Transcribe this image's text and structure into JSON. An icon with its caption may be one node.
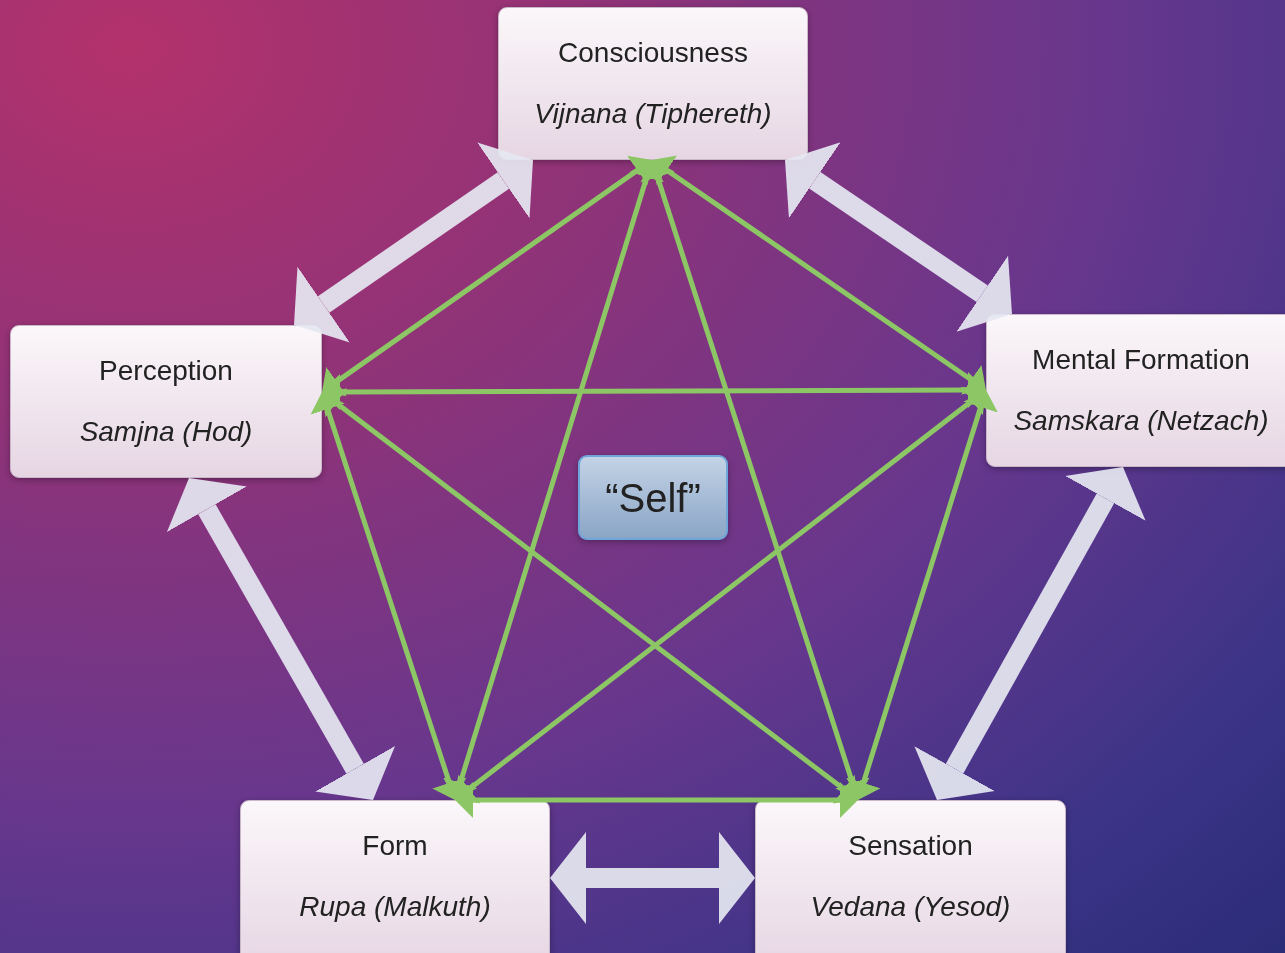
{
  "diagram": {
    "nodes": [
      {
        "text": [
          "Consciousness",
          "Vijnana (Tiphereth)"
        ]
      },
      {
        "text": [
          "Perception",
          "Samjna (Hod)"
        ]
      },
      {
        "text": [
          "Mental Formation",
          "Samskara (Netzach)"
        ]
      },
      {
        "text": [
          "“Self”"
        ]
      },
      {
        "text": [
          "Form",
          "Rupa (Malkuth)"
        ]
      },
      {
        "text": [
          "Sensation",
          "Vedana (Yesod)"
        ]
      }
    ],
    "edges": [
      {
        "from": 0,
        "to": 1,
        "arrow": "both"
      },
      {
        "from": 0,
        "to": 2,
        "arrow": "both"
      },
      {
        "from": 0,
        "to": 4,
        "arrow": "both"
      },
      {
        "from": 0,
        "to": 5,
        "arrow": "both"
      },
      {
        "from": 1,
        "to": 2,
        "arrow": "both"
      },
      {
        "from": 1,
        "to": 4,
        "arrow": "both"
      },
      {
        "from": 1,
        "to": 5,
        "arrow": "both"
      },
      {
        "from": 2,
        "to": 4,
        "arrow": "both"
      },
      {
        "from": 2,
        "to": 5,
        "arrow": "both"
      },
      {
        "from": 4,
        "to": 5,
        "arrow": "both"
      },
      {
        "from": 0,
        "to": 1,
        "arrow": "both",
        "style": "thick",
        "color": "#e6e8f2"
      },
      {
        "from": 0,
        "to": 2,
        "arrow": "both",
        "style": "thick",
        "color": "#e6e8f2"
      },
      {
        "from": 1,
        "to": 4,
        "arrow": "both",
        "style": "thick",
        "color": "#e6e8f2"
      },
      {
        "from": 2,
        "to": 5,
        "arrow": "both",
        "style": "thick",
        "color": "#e6e8f2"
      },
      {
        "from": 4,
        "to": 5,
        "arrow": "both",
        "style": "thick",
        "color": "#e6e8f2"
      }
    ]
  }
}
